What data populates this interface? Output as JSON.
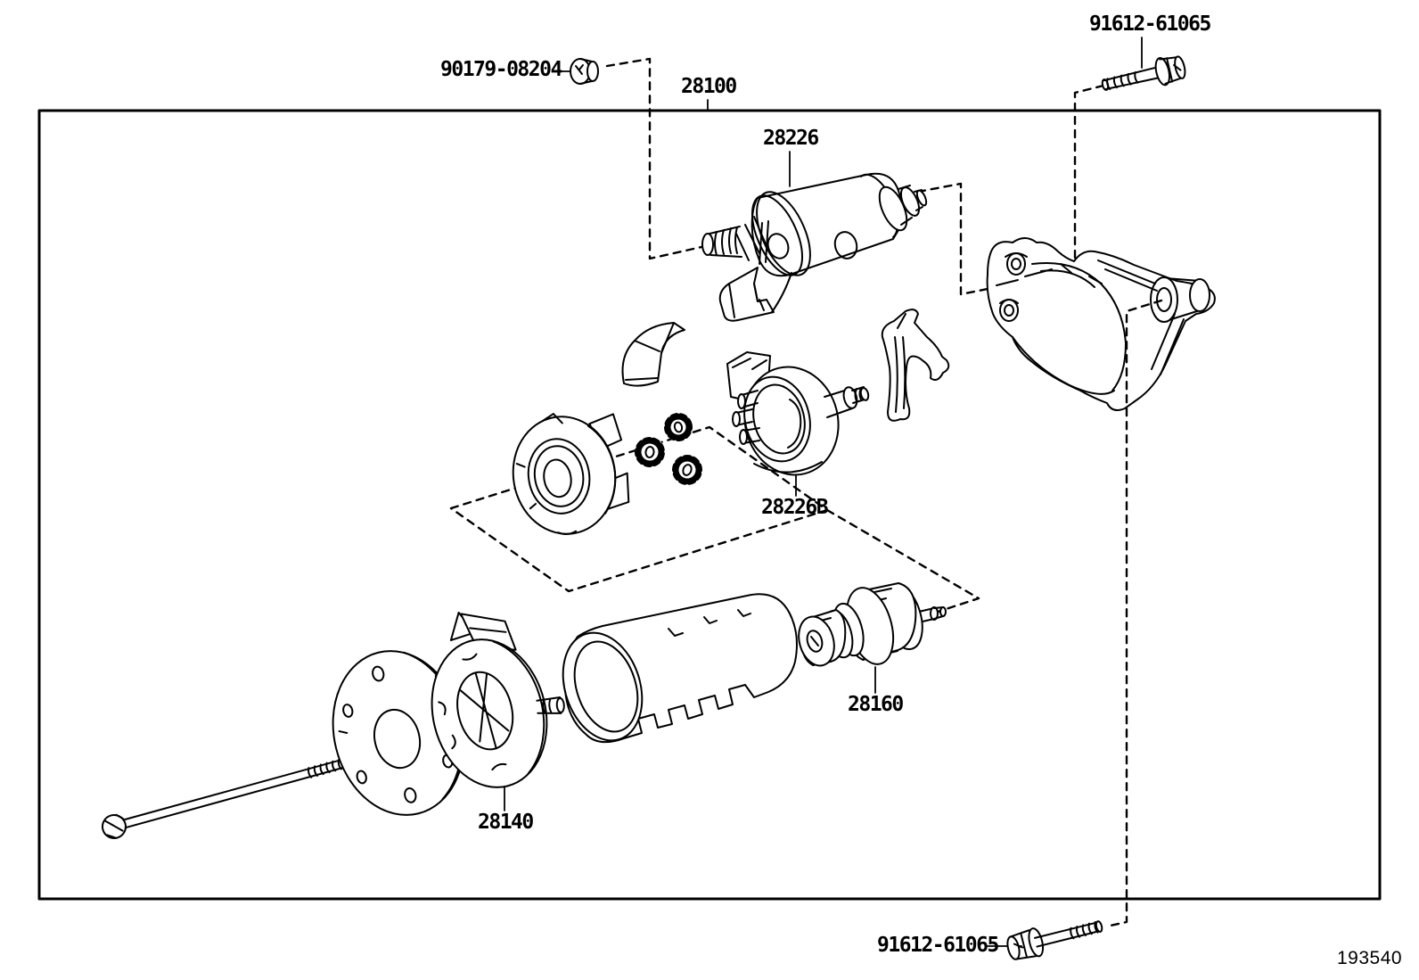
{
  "diagram": {
    "figure_code": "193540",
    "colors": {
      "line": "#000000",
      "background": "#ffffff"
    },
    "callouts": {
      "nut": "90179-08204",
      "bolt_top": "91612-61065",
      "assembly": "28100",
      "magnet_switch": "28226",
      "clutch_carrier": "28226B",
      "starter_clutch": "28160",
      "brush_holder": "28140",
      "bolt_bottom": "91612-61065"
    }
  }
}
